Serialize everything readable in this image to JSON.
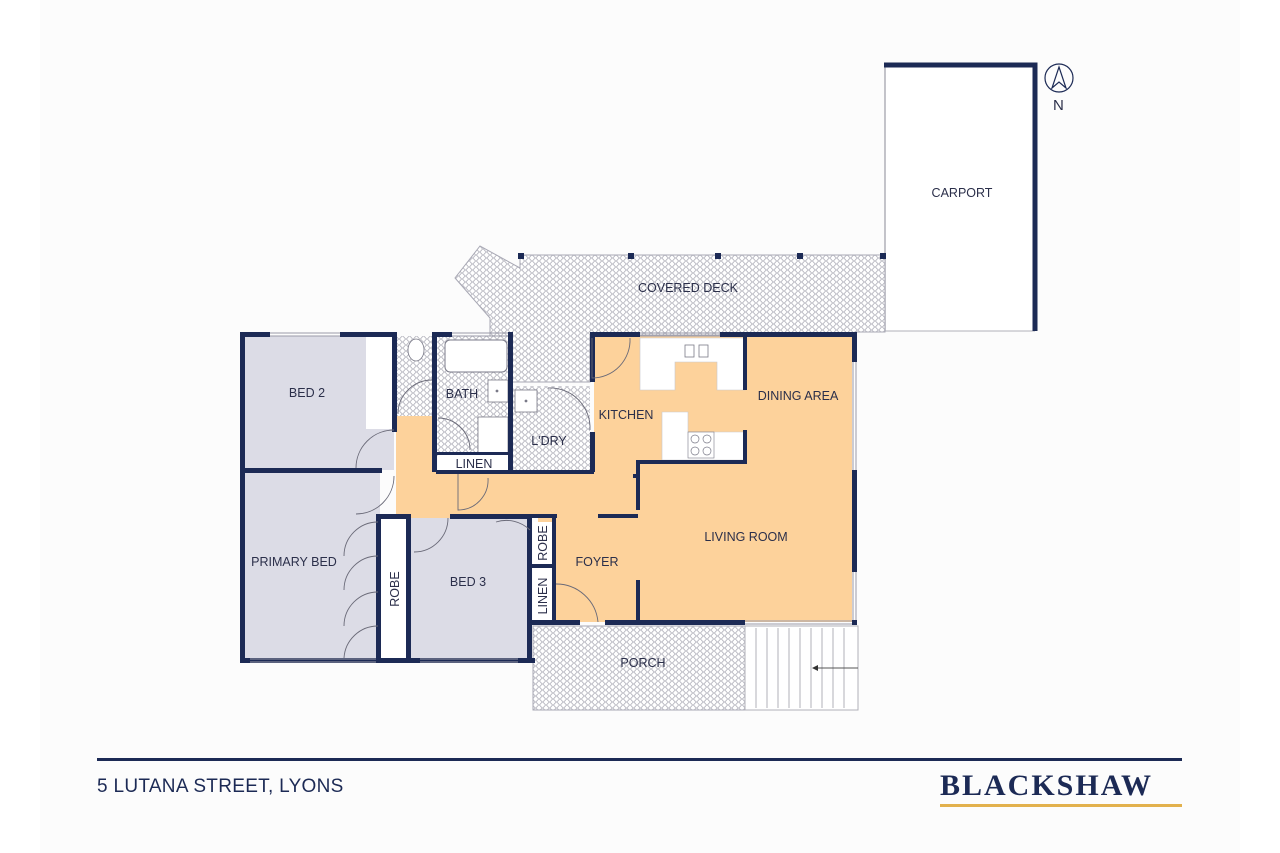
{
  "floorplan": {
    "compass": {
      "label": "N",
      "icon": "north-arrow-icon"
    },
    "rooms": {
      "carport": "CARPORT",
      "covered_deck": "COVERED DECK",
      "bed2": "BED 2",
      "bath": "BATH",
      "laundry": "L'DRY",
      "kitchen": "KITCHEN",
      "dining": "DINING AREA",
      "linen_hall": "LINEN",
      "primary_bed": "PRIMARY BED",
      "robe_primary": "ROBE",
      "bed3": "BED 3",
      "robe_bed3": "ROBE",
      "linen_foyer": "LINEN",
      "foyer": "FOYER",
      "living": "LIVING ROOM",
      "porch": "PORCH"
    },
    "colors": {
      "wall": "#1c2a55",
      "living_fill": "#fdd29b",
      "bedroom_fill": "#dcdce6",
      "deck_fill": "#ffffff",
      "accent": "#e2b14d"
    }
  },
  "footer": {
    "address": "5 LUTANA STREET, LYONS",
    "brand": "BLACKSHAW"
  }
}
